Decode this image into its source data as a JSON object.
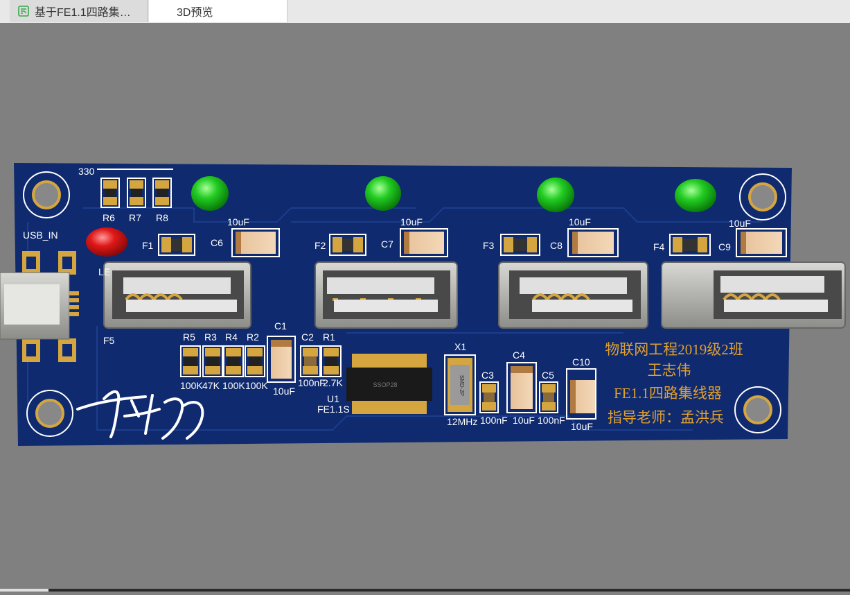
{
  "tabs": [
    {
      "label": "基于FE1.1四路集…",
      "icon": "pcb-file-icon",
      "active": false
    },
    {
      "label": "3D预览",
      "active": true
    }
  ],
  "pcb": {
    "board_color": "#0f2a6e",
    "silk_labels": {
      "r330": "330",
      "usb_in": "USB_IN",
      "r6": "R6",
      "r7": "R7",
      "r8": "R8",
      "led_partial": "LE",
      "f1": "F1",
      "f2": "F2",
      "f3": "F3",
      "f4": "F4",
      "f5": "F5",
      "c6": "C6",
      "c7": "C7",
      "c8": "C8",
      "c9": "C9",
      "v10uf": "10uF",
      "r5": "R5",
      "r3": "R3",
      "r4": "R4",
      "r2": "R2",
      "c1": "C1",
      "c2": "C2",
      "r1": "R1",
      "v100k": "100K",
      "v47k": "47K",
      "v100nf": "100nF",
      "v27k": "2.7K",
      "u1": "U1",
      "fe11s": "FE1.1S",
      "x1": "X1",
      "v12mhz": "12MHz",
      "c3": "C3",
      "c4": "C4",
      "c5": "C5",
      "c10": "C10",
      "chip_text": "SSOP28",
      "crystal_text": "SMD-2P"
    },
    "info_text": {
      "line1": "物联网工程2019级2班",
      "line2": "王志伟",
      "line3": "FE1.1四路集线器",
      "line4": "指导老师：孟洪兵"
    }
  }
}
